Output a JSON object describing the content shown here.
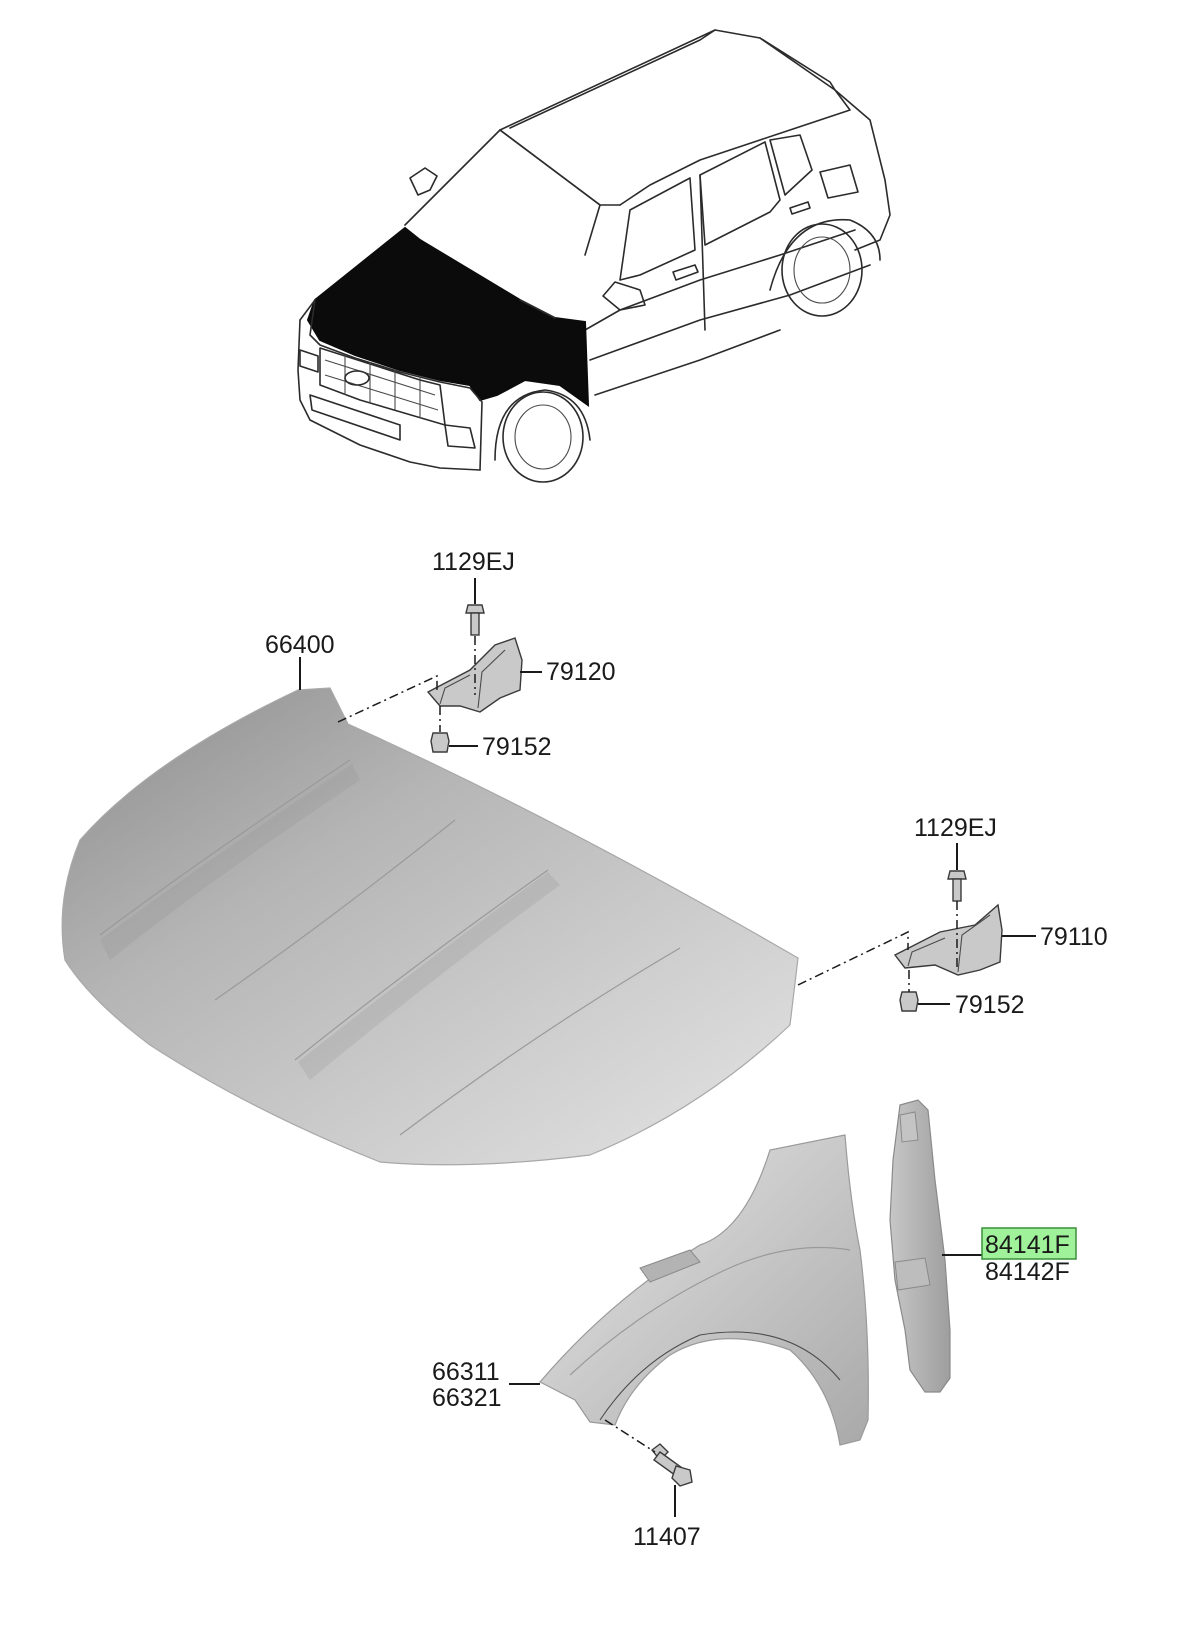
{
  "callouts": {
    "hood": "66400",
    "bolt_left_hinge": "1129EJ",
    "hinge_left": "79120",
    "nut_left_hinge": "79152",
    "bolt_right_hinge": "1129EJ",
    "hinge_right": "79110",
    "nut_right_hinge": "79152",
    "liner_a": "84141F",
    "liner_b": "84142F",
    "fender_a": "66311",
    "fender_b": "66321",
    "fender_bolt": "11407"
  },
  "highlight": {
    "target": "liner_a",
    "color": "#9ff29a"
  }
}
